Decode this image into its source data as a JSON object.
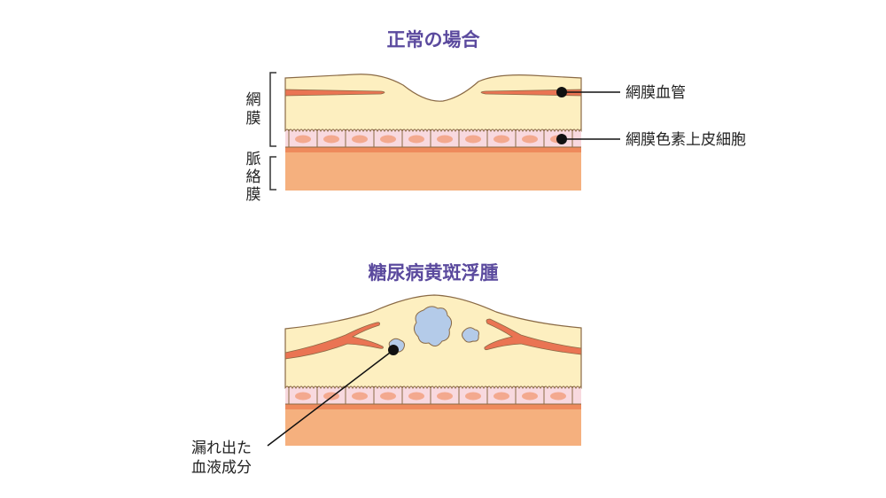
{
  "normal": {
    "title": "正常の場合",
    "retina_label": [
      "網",
      "膜"
    ],
    "choroid_label": [
      "脈",
      "絡",
      "膜"
    ],
    "vessel_label": "網膜血管",
    "rpe_label": "網膜色素上皮細胞"
  },
  "edema": {
    "title": "糖尿病黄斑浮腫",
    "leak_label": [
      "漏れ出た",
      "血液成分"
    ]
  },
  "colors": {
    "title": "#5b4a9e",
    "retina": "#fdefc0",
    "vessel": "#ea7453",
    "cell": "#f8d9df",
    "nucleus": "#f3a98f",
    "choroid": "#f5b07e",
    "fluid": "#b4cbe9"
  }
}
